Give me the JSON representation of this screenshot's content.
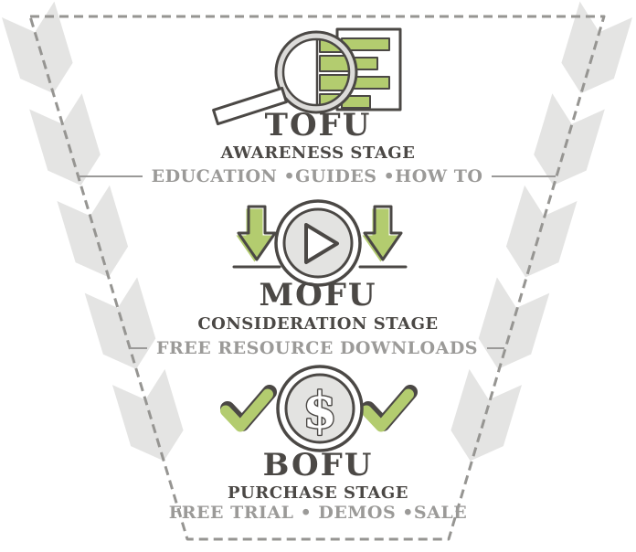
{
  "diagram": {
    "type": "marketing-funnel",
    "stages": [
      {
        "id": "tofu",
        "title": "TOFU",
        "stage_label": "AWARENESS STAGE",
        "tags": "EDUCATION •GUIDES •HOW TO",
        "icon": "magnifier-document-icon"
      },
      {
        "id": "mofu",
        "title": "MOFU",
        "stage_label": "CONSIDERATION STAGE",
        "tags": "FREE RESOURCE DOWNLOADS",
        "icon": "video-play-download-icon"
      },
      {
        "id": "bofu",
        "title": "BOFU",
        "stage_label": "PURCHASE STAGE",
        "tags": "FREE TRIAL • DEMOS •SALE",
        "icon": "dollar-coin-checkmarks-icon",
        "icon_glyph": "$"
      }
    ],
    "colors": {
      "outline_dark": "#4b4845",
      "text_gray": "#9b9a98",
      "dashed_line": "#969592",
      "chevron_gray": "#e4e4e3",
      "accent_green": "#b3cc6f",
      "ring_gray": "#dcdbd9",
      "inner_fill_gray": "#e3e3e1"
    }
  }
}
